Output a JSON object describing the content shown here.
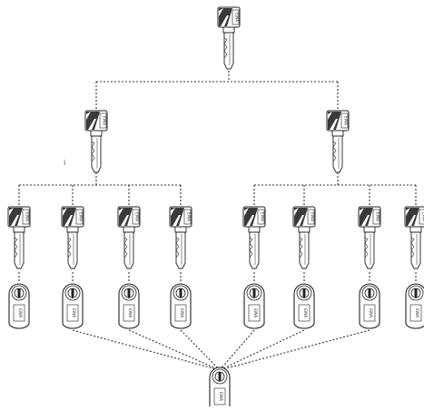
{
  "diagram": {
    "kind": "master-key-system",
    "key_label": "EVVA",
    "cylinder_label": "EVVA",
    "stray_mark": "i",
    "levels": {
      "grand_master_keys": 1,
      "master_keys": 2,
      "individual_keys": 8,
      "cylinders": 8,
      "central_cylinder": 1
    }
  }
}
